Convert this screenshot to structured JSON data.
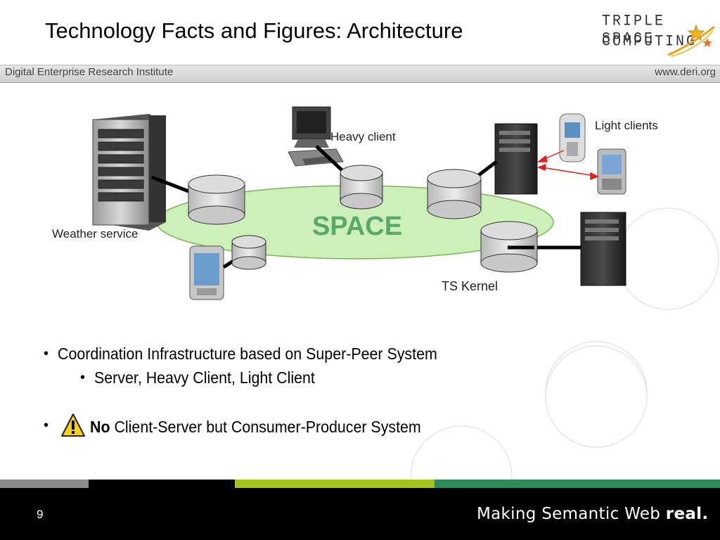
{
  "header": {
    "title": "Technology Facts and Figures: Architecture",
    "logo_line1": "TRIPLE SPACE",
    "logo_line2": "COMPUTING",
    "institute": "Digital Enterprise Research Institute",
    "website": "www.deri.org"
  },
  "diagram": {
    "space_label": "SPACE",
    "weather_service": "Weather service",
    "heavy_client": "Heavy client",
    "light_clients": "Light clients",
    "ts_kernel": "TS Kernel",
    "colors": {
      "space_fill": "#ccf0b8",
      "space_text": "#5aa86a",
      "arrow": "#e02020"
    }
  },
  "bullets": {
    "b1": "Coordination Infrastructure based on Super-Peer System",
    "b1_sub": "Server, Heavy Client, Light Client",
    "b2_bold": "No",
    "b2_rest": " Client-Server but Consumer-Producer System",
    "warning_icon": "warning-icon"
  },
  "footer": {
    "page_number": "9",
    "tagline_main": "Making Semantic Web ",
    "tagline_bold": "real.",
    "strip_colors": [
      "#8c8c8c",
      "#000000",
      "#a3c41e",
      "#2e8b57"
    ]
  }
}
